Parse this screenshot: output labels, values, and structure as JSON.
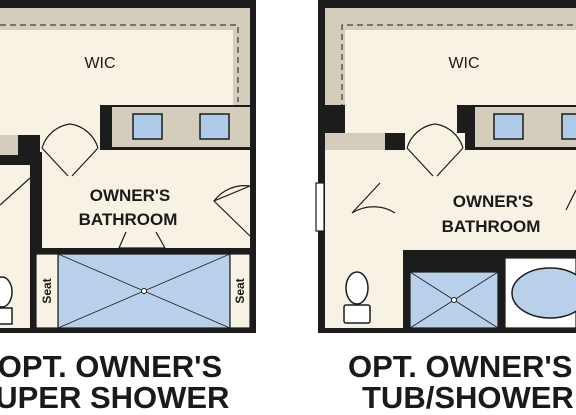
{
  "colors": {
    "wall": "#1c1c1c",
    "counter": "#d5cdbb",
    "floor": "#f7f2e4",
    "water": "#b9d0ea",
    "window_glass": "#aecbe9",
    "ink": "#1a1a1a"
  },
  "left_plan": {
    "wic_label": "WIC",
    "bath_label_line1": "OWNER'S",
    "bath_label_line2": "BATHROOM",
    "seat_left": "Seat",
    "seat_right": "Seat",
    "caption_line1": "OPT. OWNER'S",
    "caption_line2": "SUPER SHOWER"
  },
  "right_plan": {
    "wic_label": "WIC",
    "bath_label_line1": "OWNER'S",
    "bath_label_line2": "BATHROOM",
    "caption_line1": "OPT. OWNER'S",
    "caption_line2": "TUB/SHOWER"
  }
}
